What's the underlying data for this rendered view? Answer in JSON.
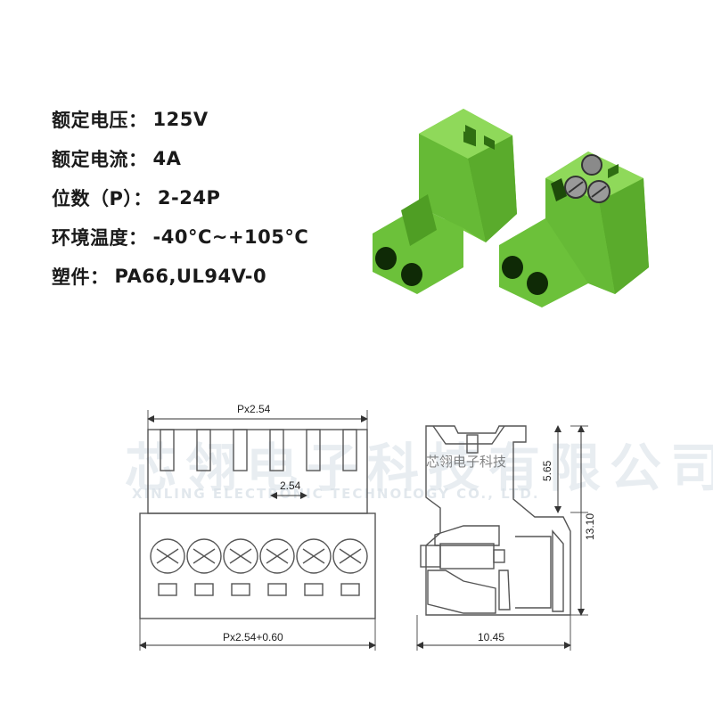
{
  "specs": [
    {
      "label": "额定电压：",
      "value": "125V"
    },
    {
      "label": "额定电流：",
      "value": "4A"
    },
    {
      "label": "位数（P）：",
      "value": "2-24P"
    },
    {
      "label": "环境温度：",
      "value": "-40°C~+105°C"
    },
    {
      "label": "塑件：",
      "value": "PA66,UL94V-0"
    }
  ],
  "watermark": {
    "company_cn": "芯翎电子科技有限公司",
    "company_en": "XINLING ELECTRONIC TECHNOLOGY CO., LTD.",
    "small_cn": "芯翎电子科技"
  },
  "dimensions": {
    "top_width": "Px2.54",
    "pitch": "2.54",
    "bottom_width": "Px2.54+0.60",
    "side_width": "10.45",
    "side_height": "13.10",
    "upper_height": "5.65"
  },
  "colors": {
    "connector_green": "#6cc13a",
    "connector_dark": "#3f8a1d",
    "drawing_line": "#555555"
  }
}
